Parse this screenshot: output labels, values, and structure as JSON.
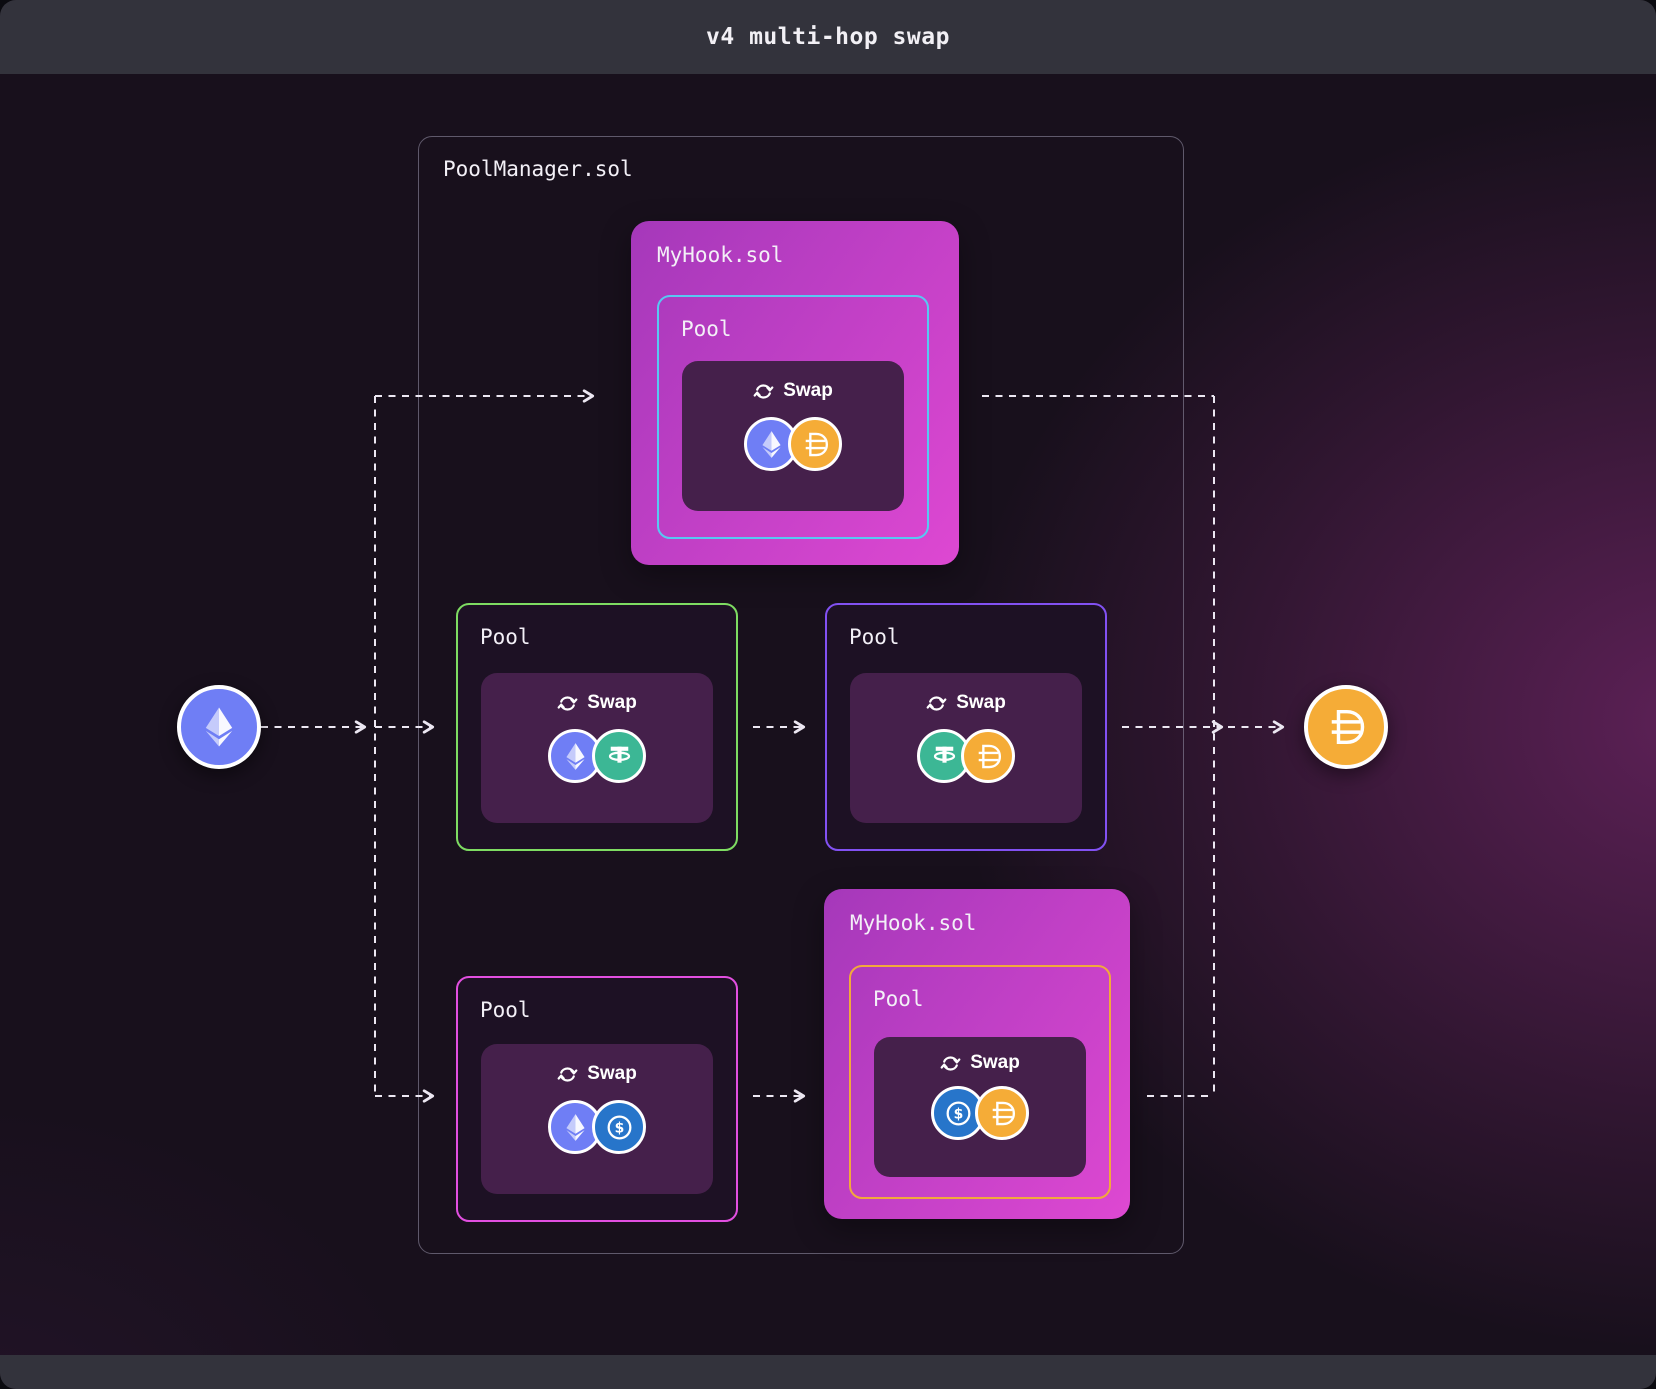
{
  "header": {
    "title": "v4 multi-hop swap"
  },
  "pool_manager": {
    "label": "PoolManager.sol"
  },
  "hooks": {
    "top": {
      "label": "MyHook.sol"
    },
    "bottom": {
      "label": "MyHook.sol"
    }
  },
  "pools": {
    "hook_top": {
      "label": "Pool",
      "swap_label": "Swap",
      "border_color": "#58c8f2",
      "token_icons": [
        "ethereum-icon",
        "dai-icon"
      ]
    },
    "mid_left": {
      "label": "Pool",
      "swap_label": "Swap",
      "border_color": "#7edc62",
      "token_icons": [
        "ethereum-icon",
        "tether-icon"
      ]
    },
    "mid_right": {
      "label": "Pool",
      "swap_label": "Swap",
      "border_color": "#8251f2",
      "token_icons": [
        "tether-icon",
        "dai-icon"
      ]
    },
    "bottom_left": {
      "label": "Pool",
      "swap_label": "Swap",
      "border_color": "#e24fe0",
      "token_icons": [
        "ethereum-icon",
        "usdc-icon"
      ]
    },
    "hook_bottom": {
      "label": "Pool",
      "swap_label": "Swap",
      "border_color": "#f2a93b",
      "token_icons": [
        "usdc-icon",
        "dai-icon"
      ]
    }
  },
  "endpoints": {
    "input_icon": "ethereum-icon",
    "output_icon": "dai-icon"
  },
  "icons": {
    "swap": "swap-cycle-icon",
    "ethereum": "ethereum-icon",
    "dai": "dai-icon",
    "tether": "tether-icon",
    "usdc": "usdc-icon"
  },
  "colors": {
    "chrome_bg": "#33333c",
    "canvas_bg": "#18101c",
    "pool_bg": "#1d1124",
    "swap_card_bg": "#45204b",
    "hook_gradient_start": "#a538ba",
    "hook_gradient_end": "#de48d2",
    "pool_manager_border": "#8f8aa099",
    "connector": "#ece7f2",
    "token_eth": "#6f7ef5",
    "token_dai": "#f5ac37",
    "token_usdt": "#3cb795",
    "token_usdc": "#2775ca"
  }
}
